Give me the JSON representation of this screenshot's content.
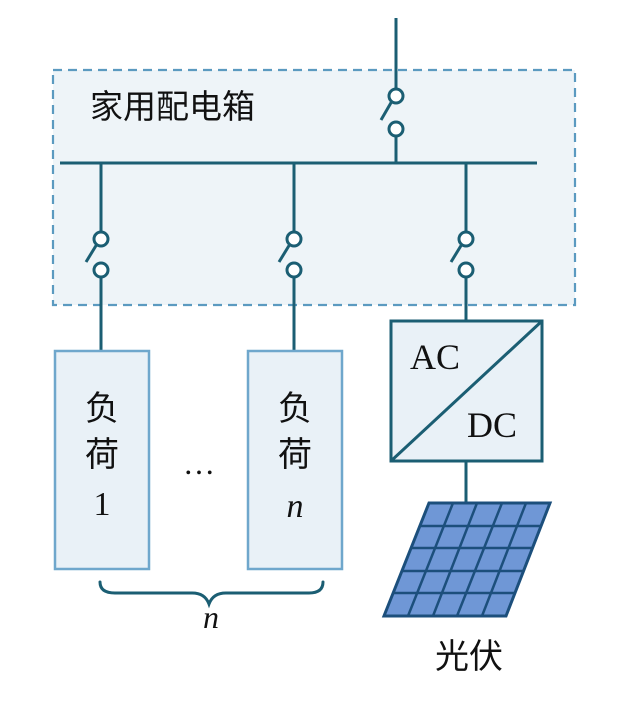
{
  "distribution_box": {
    "label": "家用配电箱"
  },
  "loads": [
    {
      "line1": "负",
      "line2": "荷",
      "index": "1"
    },
    {
      "line1": "负",
      "line2": "荷",
      "index": "n"
    }
  ],
  "ellipsis": "…",
  "brace_label": "n",
  "inverter": {
    "ac_label": "AC",
    "dc_label": "DC"
  },
  "pv": {
    "label": "光伏"
  },
  "colors": {
    "line": "#1b5e73",
    "box_dash": "#5b9ac0",
    "box_fill": "#eef4f8",
    "load_border": "#6fa7cc",
    "load_fill": "#e9f1f7",
    "panel_fill": "#6f97d6",
    "panel_grid": "#1c4f7c"
  }
}
